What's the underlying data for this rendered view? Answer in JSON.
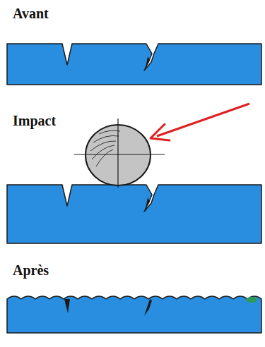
{
  "diagram": {
    "labels": [
      "Avant",
      "Impact",
      "Après"
    ]
  }
}
